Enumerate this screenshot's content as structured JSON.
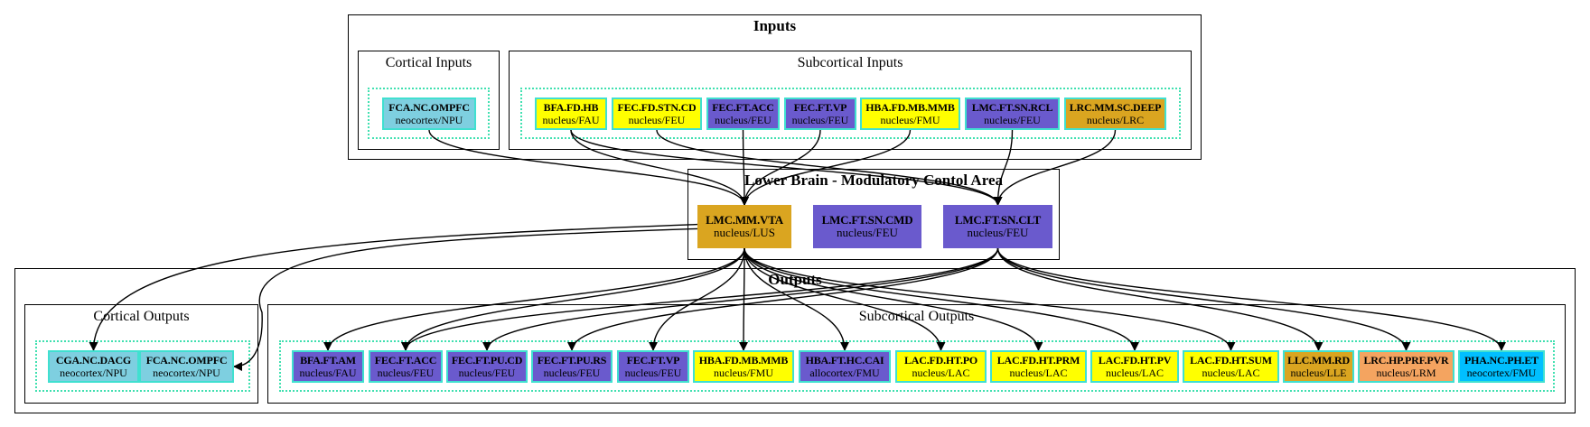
{
  "colors": {
    "neocortex": "#7ecfe0",
    "thalamic_yellow": "#ffff00",
    "purple": "#6a5acd",
    "gold": "#daa520",
    "salmon": "#f4a460",
    "cyan": "#00bfff",
    "cluster_border": "#40e0d0"
  },
  "clusters": {
    "inputs": {
      "label": "Inputs"
    },
    "cortical_inputs": {
      "label": "Cortical Inputs"
    },
    "subcortical_inputs": {
      "label": "Subcortical Inputs"
    },
    "lower_brain": {
      "label": "Lower Brain - Modulatory Contol Area"
    },
    "outputs": {
      "label": "Outputs"
    },
    "cortical_outputs": {
      "label": "Cortical Outputs"
    },
    "subcortical_outputs": {
      "label": "Subcortical Outputs"
    }
  },
  "nodes": {
    "in_fca": {
      "name": "FCA.NC.OMPFC",
      "sub": "neocortex/NPU",
      "color": "#7ecfe0"
    },
    "in_bfa": {
      "name": "BFA.FD.HB",
      "sub": "nucleus/FAU",
      "color": "#ffff00"
    },
    "in_fec_stn": {
      "name": "FEC.FD.STN.CD",
      "sub": "nucleus/FEU",
      "color": "#ffff00"
    },
    "in_fec_acc": {
      "name": "FEC.FT.ACC",
      "sub": "nucleus/FEU",
      "color": "#6a5acd"
    },
    "in_fec_vp": {
      "name": "FEC.FT.VP",
      "sub": "nucleus/FEU",
      "color": "#6a5acd"
    },
    "in_hba": {
      "name": "HBA.FD.MB.MMB",
      "sub": "nucleus/FMU",
      "color": "#ffff00"
    },
    "in_lmc_rcl": {
      "name": "LMC.FT.SN.RCL",
      "sub": "nucleus/FEU",
      "color": "#6a5acd"
    },
    "in_lrc": {
      "name": "LRC.MM.SC.DEEP",
      "sub": "nucleus/LRC",
      "color": "#daa520"
    },
    "mid_vta": {
      "name": "LMC.MM.VTA",
      "sub": "nucleus/LUS",
      "color": "#daa520"
    },
    "mid_cmd": {
      "name": "LMC.FT.SN.CMD",
      "sub": "nucleus/FEU",
      "color": "#6a5acd"
    },
    "mid_clt": {
      "name": "LMC.FT.SN.CLT",
      "sub": "nucleus/FEU",
      "color": "#6a5acd"
    },
    "out_cga": {
      "name": "CGA.NC.DACG",
      "sub": "neocortex/NPU",
      "color": "#7ecfe0"
    },
    "out_fca": {
      "name": "FCA.NC.OMPFC",
      "sub": "neocortex/NPU",
      "color": "#7ecfe0"
    },
    "out_bfa": {
      "name": "BFA.FT.AM",
      "sub": "nucleus/FAU",
      "color": "#6a5acd"
    },
    "out_fec_acc": {
      "name": "FEC.FT.ACC",
      "sub": "nucleus/FEU",
      "color": "#6a5acd"
    },
    "out_fec_cd": {
      "name": "FEC.FT.PU.CD",
      "sub": "nucleus/FEU",
      "color": "#6a5acd"
    },
    "out_fec_rs": {
      "name": "FEC.FT.PU.RS",
      "sub": "nucleus/FEU",
      "color": "#6a5acd"
    },
    "out_fec_vp": {
      "name": "FEC.FT.VP",
      "sub": "nucleus/FEU",
      "color": "#6a5acd"
    },
    "out_hba_mmb": {
      "name": "HBA.FD.MB.MMB",
      "sub": "nucleus/FMU",
      "color": "#ffff00"
    },
    "out_hba_cai": {
      "name": "HBA.FT.HC.CAI",
      "sub": "allocortex/FMU",
      "color": "#6a5acd"
    },
    "out_lac_po": {
      "name": "LAC.FD.HT.PO",
      "sub": "nucleus/LAC",
      "color": "#ffff00"
    },
    "out_lac_prm": {
      "name": "LAC.FD.HT.PRM",
      "sub": "nucleus/LAC",
      "color": "#ffff00"
    },
    "out_lac_pv": {
      "name": "LAC.FD.HT.PV",
      "sub": "nucleus/LAC",
      "color": "#ffff00"
    },
    "out_lac_sum": {
      "name": "LAC.FD.HT.SUM",
      "sub": "nucleus/LAC",
      "color": "#ffff00"
    },
    "out_llc": {
      "name": "LLC.MM.RD",
      "sub": "nucleus/LLE",
      "color": "#daa520"
    },
    "out_lrc": {
      "name": "LRC.HP.PRF.PVR",
      "sub": "nucleus/LRM",
      "color": "#f4a460"
    },
    "out_pha": {
      "name": "PHA.NC.PH.ET",
      "sub": "neocortex/FMU",
      "color": "#00bfff"
    }
  },
  "edges": [
    [
      "in_fca",
      "mid_vta"
    ],
    [
      "in_bfa",
      "mid_vta"
    ],
    [
      "in_bfa",
      "mid_clt"
    ],
    [
      "in_fec_stn",
      "mid_clt"
    ],
    [
      "in_fec_acc",
      "mid_vta"
    ],
    [
      "in_fec_vp",
      "mid_vta"
    ],
    [
      "in_hba",
      "mid_vta"
    ],
    [
      "in_lmc_rcl",
      "mid_clt"
    ],
    [
      "in_lrc",
      "mid_clt"
    ],
    [
      "mid_vta",
      "out_cga"
    ],
    [
      "mid_vta",
      "out_fca"
    ],
    [
      "mid_vta",
      "out_bfa"
    ],
    [
      "mid_vta",
      "out_fec_acc"
    ],
    [
      "mid_vta",
      "out_fec_vp"
    ],
    [
      "mid_vta",
      "out_hba_mmb"
    ],
    [
      "mid_vta",
      "out_hba_cai"
    ],
    [
      "mid_vta",
      "out_lac_po"
    ],
    [
      "mid_vta",
      "out_lac_prm"
    ],
    [
      "mid_vta",
      "out_lac_pv"
    ],
    [
      "mid_vta",
      "out_lac_sum"
    ],
    [
      "mid_clt",
      "out_fec_acc"
    ],
    [
      "mid_clt",
      "out_fec_cd"
    ],
    [
      "mid_clt",
      "out_fec_rs"
    ],
    [
      "mid_clt",
      "out_llc"
    ],
    [
      "mid_clt",
      "out_lrc"
    ],
    [
      "mid_clt",
      "out_pha"
    ]
  ]
}
